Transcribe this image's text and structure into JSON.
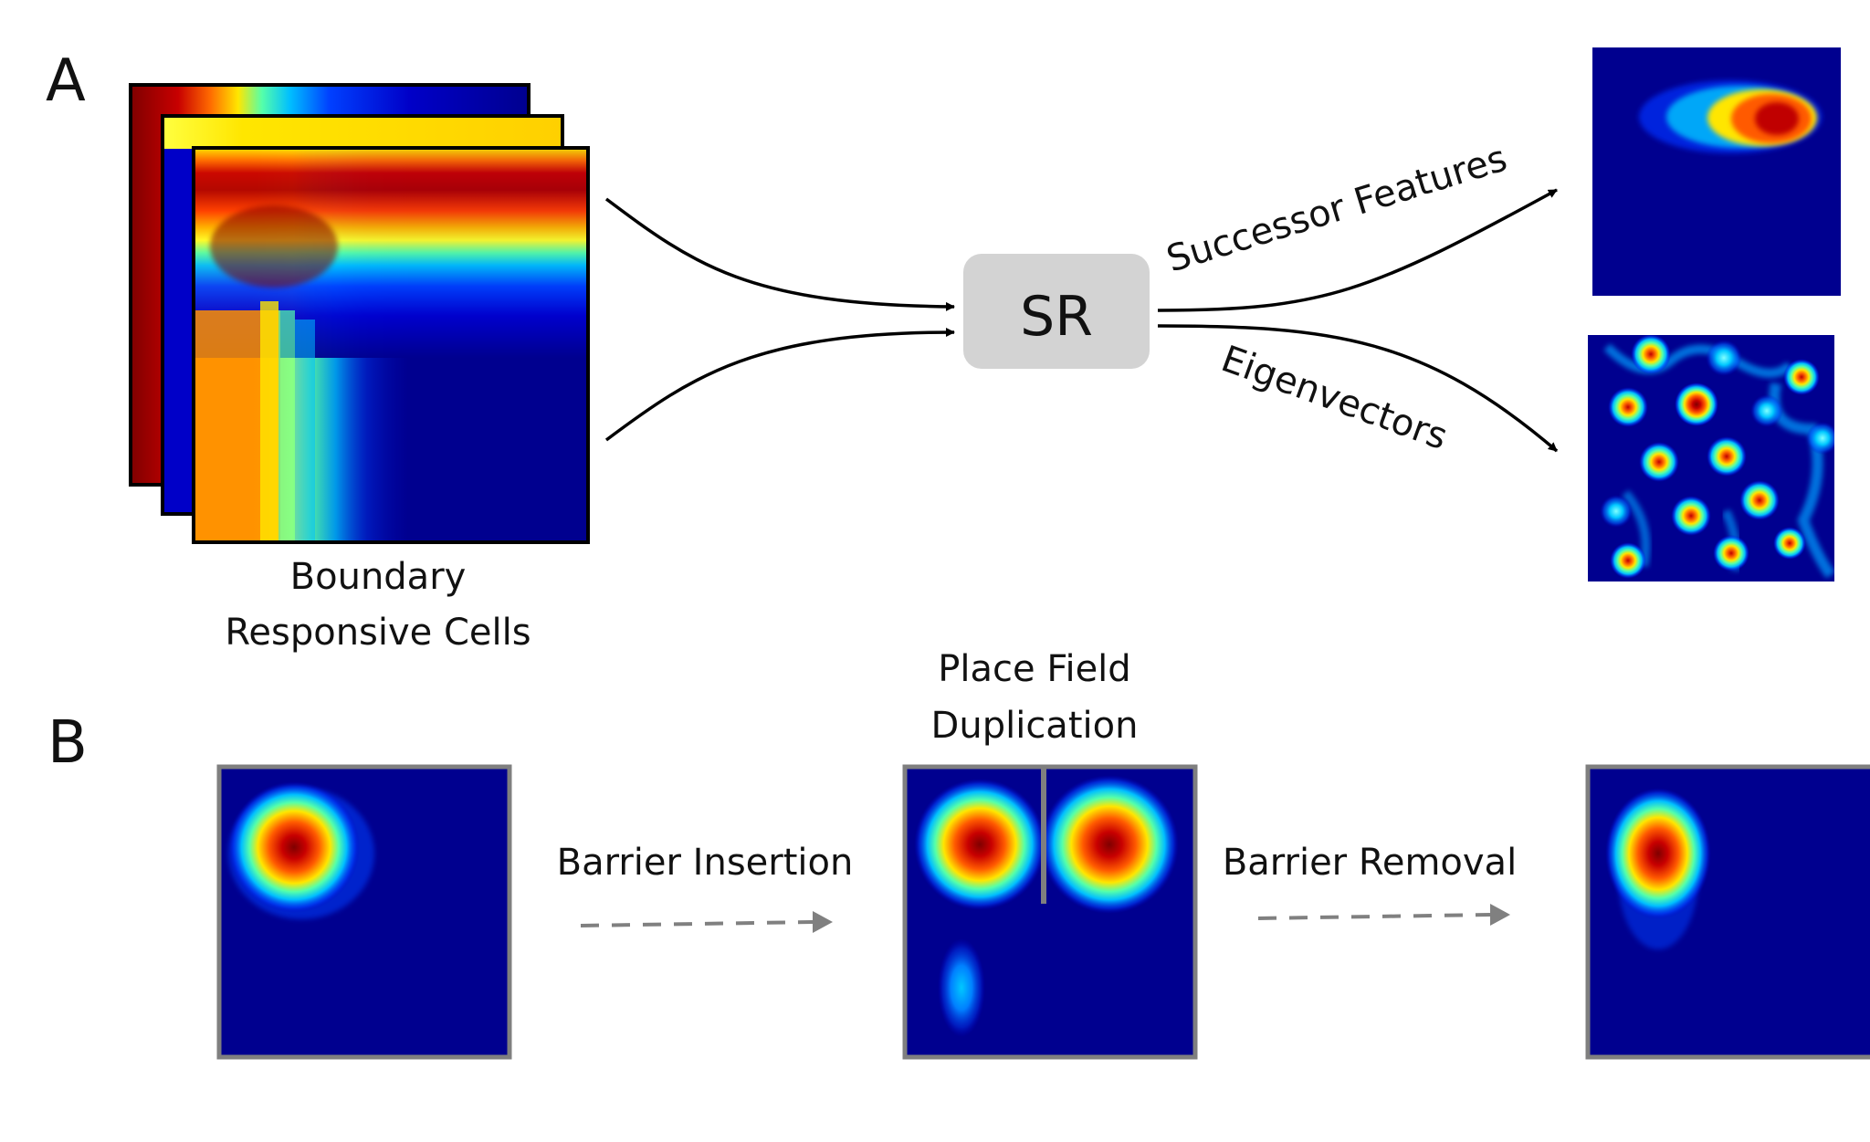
{
  "panels": {
    "a": {
      "label": "A",
      "input_caption_line1": "Boundary",
      "input_caption_line2": "Responsive Cells",
      "sr_box_label": "SR",
      "arrow_upper_label": "Successor Features",
      "arrow_lower_label": "Eigenvectors"
    },
    "b": {
      "label": "B",
      "middle_title_line1": "Place Field",
      "middle_title_line2": "Duplication",
      "arrow_left_label": "Barrier Insertion",
      "arrow_right_label": "Barrier Removal"
    }
  },
  "colors": {
    "heatmap_low": "#00008f",
    "heatmap_high": "#7f0000",
    "sr_box": "#d3d3d3",
    "frame_gray": "#7f7f7f",
    "arrow_black": "#000000",
    "arrow_gray": "#808080"
  },
  "colormap": "jet"
}
